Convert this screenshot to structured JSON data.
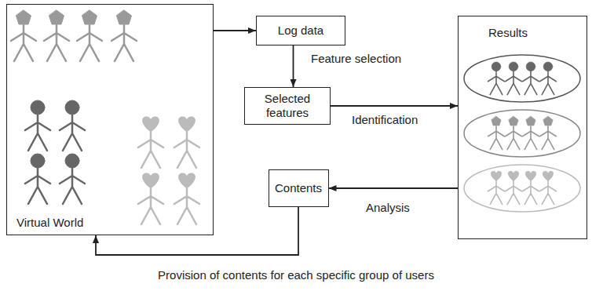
{
  "diagram": {
    "nodes": [
      {
        "text": [
          "Virtual World"
        ]
      },
      {
        "text": [
          "Log data"
        ]
      },
      {
        "text": [
          "Selected features"
        ]
      },
      {
        "text": [
          "Results"
        ]
      },
      {
        "text": [
          "Contents"
        ]
      }
    ],
    "edges": [
      {
        "from": 0,
        "to": 1,
        "arrow": "to"
      },
      {
        "from": 1,
        "to": 2,
        "label": "Feature selection",
        "arrow": "to"
      },
      {
        "from": 2,
        "to": 3,
        "label": "Identification",
        "arrow": "to"
      },
      {
        "from": 3,
        "to": 4,
        "label": "Analysis",
        "arrow": "to"
      },
      {
        "from": 4,
        "to": 0,
        "label": "Provision of contents for each specific group of users",
        "arrow": "to"
      }
    ]
  }
}
